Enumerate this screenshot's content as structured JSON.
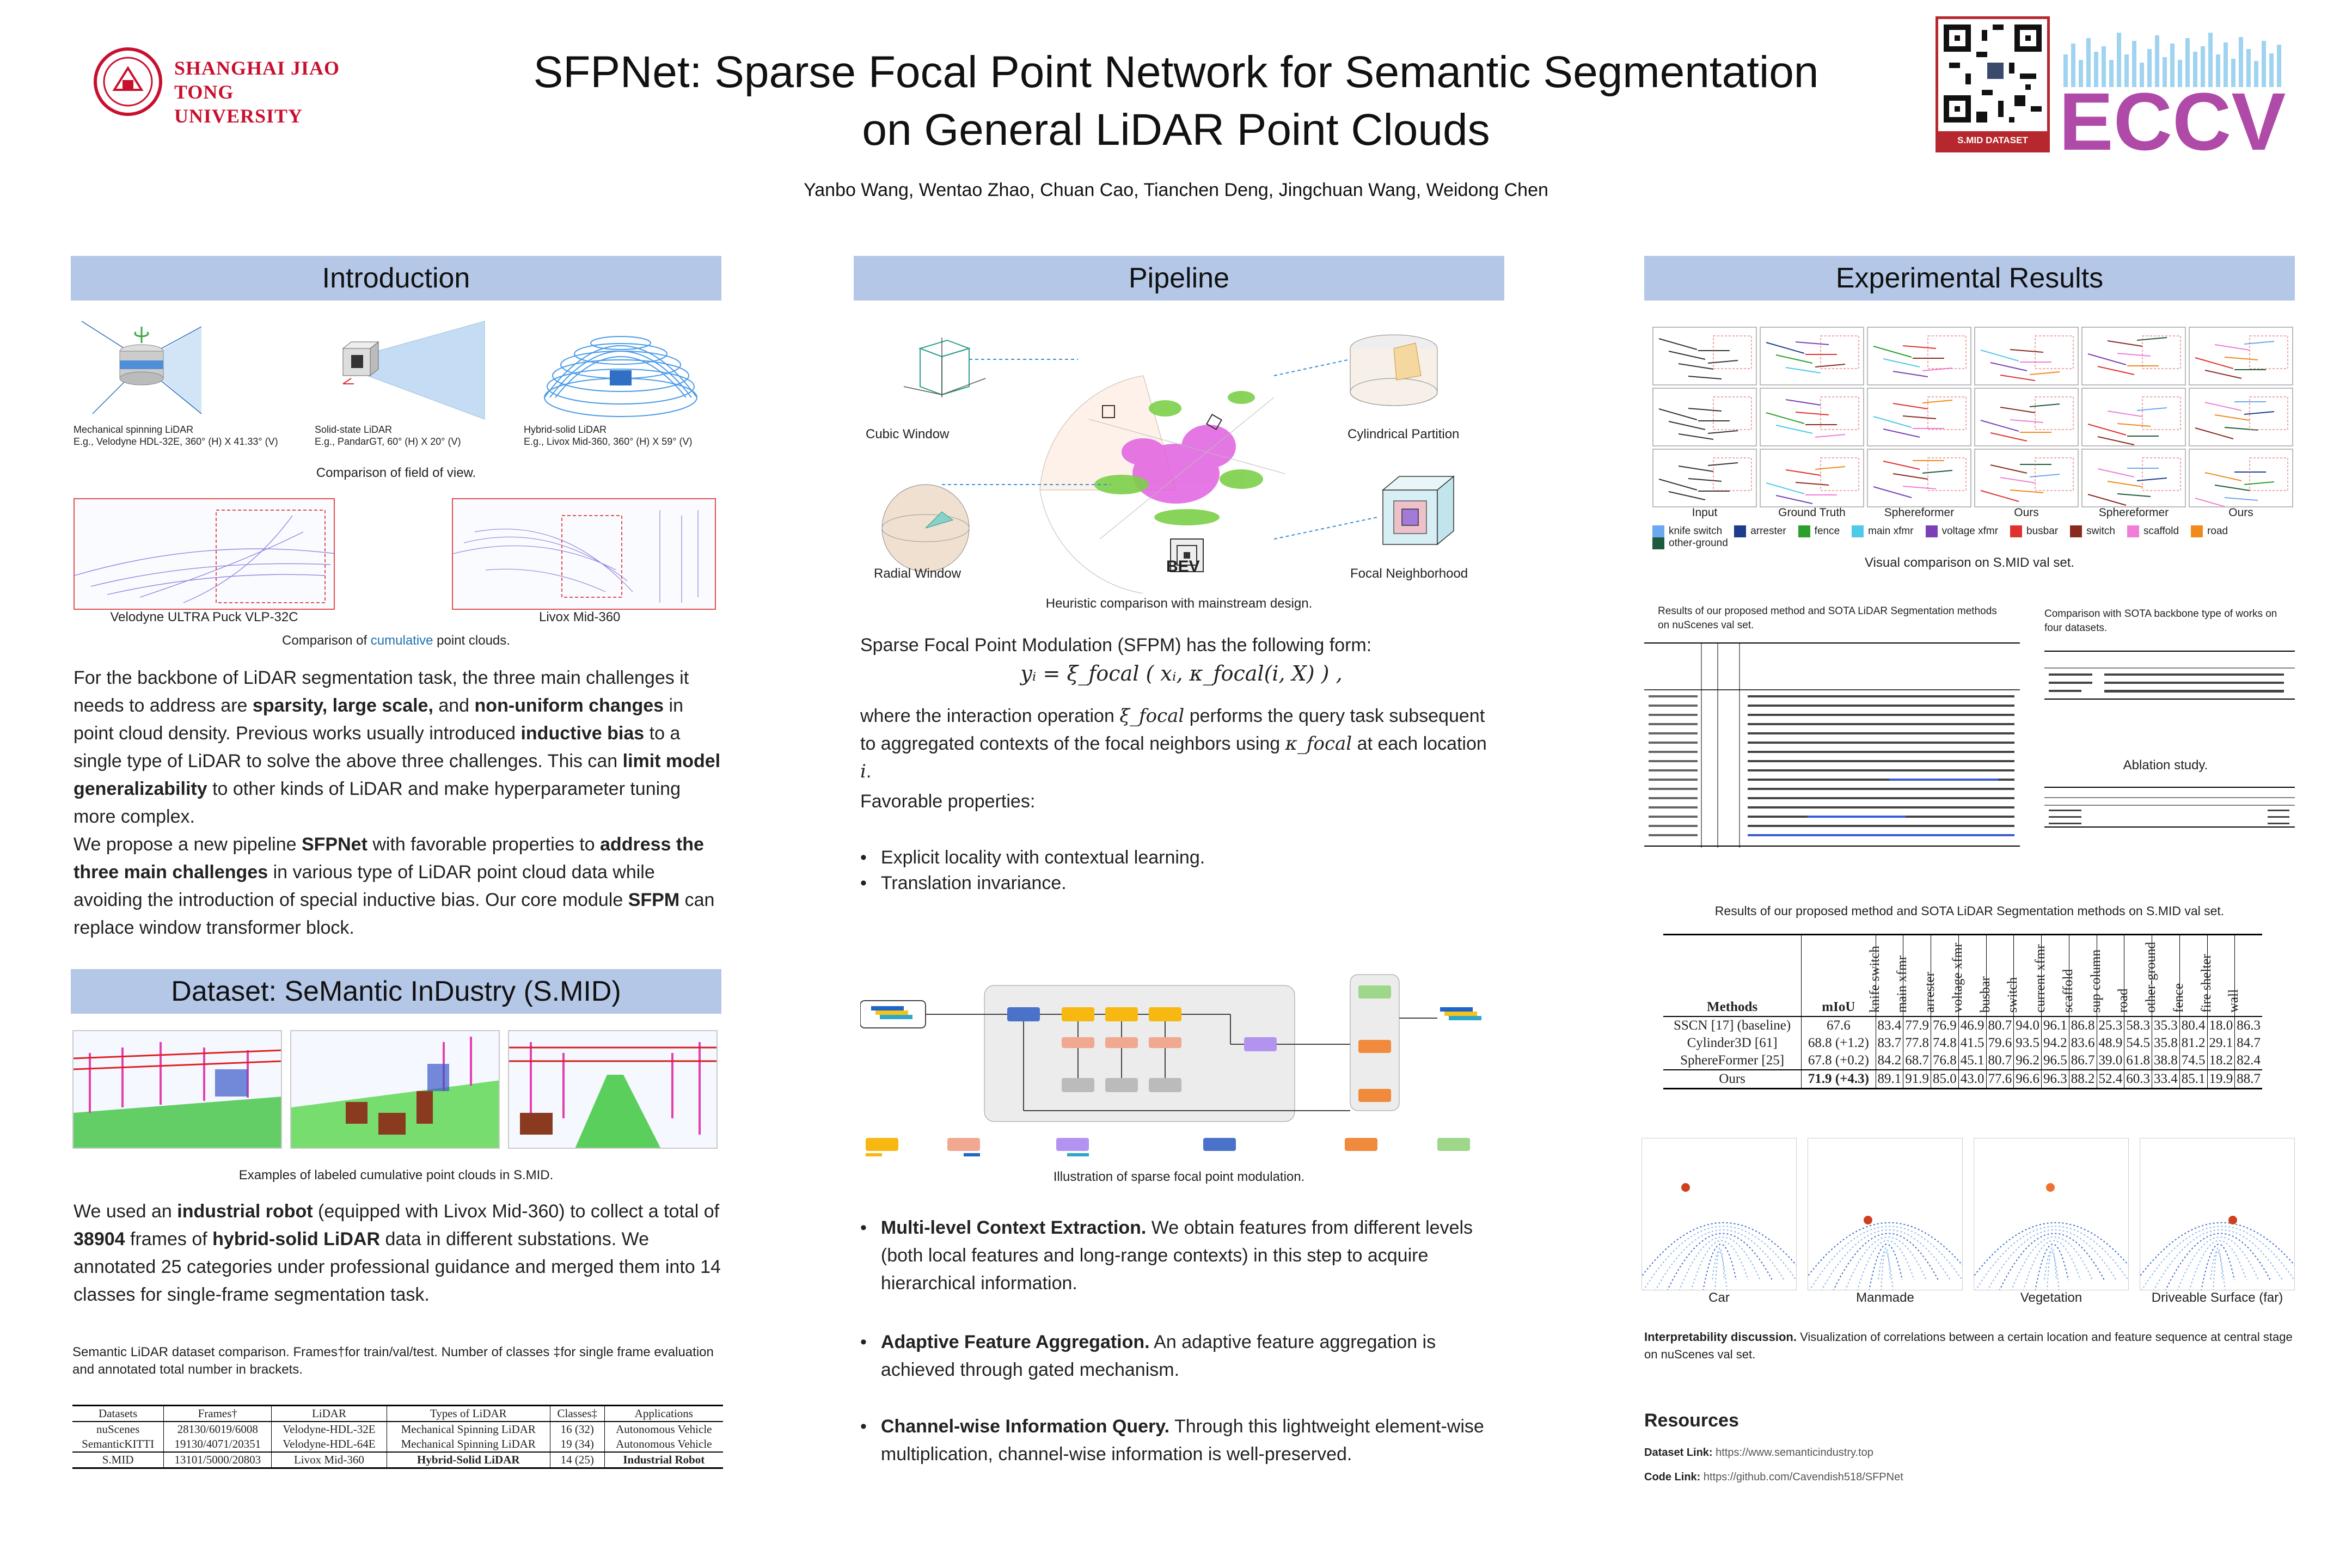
{
  "header": {
    "title_line1": "SFPNet: Sparse Focal Point Network for Semantic Segmentation",
    "title_line2": "on General LiDAR Point Clouds",
    "authors": "Yanbo Wang, Wentao Zhao, Chuan Cao, Tianchen Deng, Jingchuan Wang, Weidong Chen",
    "university_line1": "SHANGHAI JIAO TONG",
    "university_line2": "UNIVERSITY",
    "qr_label": "S.MID DATASET",
    "conference": "ECCV"
  },
  "intro": {
    "heading": "Introduction",
    "lidar1_title": "Mechanical spinning LiDAR",
    "lidar1_desc": "E.g., Velodyne HDL-32E, 360° (H) X 41.33° (V)",
    "lidar2_title": "Solid-state LiDAR",
    "lidar2_desc": "E.g., PandarGT, 60° (H) X 20° (V)",
    "lidar3_title": "Hybrid-solid LiDAR",
    "lidar3_desc": "E.g., Livox Mid-360, 360° (H) X 59° (V)",
    "fov_caption": "Comparison of field of view.",
    "cloud1_label": "Velodyne ULTRA Puck VLP-32C",
    "cloud2_label": "Livox Mid-360",
    "cumulative_caption_pre": "Comparison of ",
    "cumulative_caption_hl": "cumulative",
    "cumulative_caption_post": " point clouds.",
    "p1": "For the backbone of LiDAR segmentation task, the three main challenges it needs to address are ",
    "p1_b1": "sparsity, large scale,",
    "p1_and": " and ",
    "p1_b2": "non-uniform changes",
    "p1_rest": " in point cloud density. Previous works usually introduced ",
    "p1_b3": "inductive bias",
    "p1_rest2": " to a single type of LiDAR to solve the above three challenges. This can ",
    "p1_b4": "limit model generalizability",
    "p1_rest3": " to other kinds of LiDAR and make hyperparameter tuning more complex.",
    "p2_a": "We propose a new pipeline ",
    "p2_b1": "SFPNet",
    "p2_c": " with favorable properties to ",
    "p2_b2": "address the three main challenges",
    "p2_d": " in various type of LiDAR point cloud data while avoiding the introduction of special inductive bias. Our core module ",
    "p2_b3": "SFPM",
    "p2_e": " can replace window transformer block."
  },
  "dataset": {
    "heading": "Dataset: SeMantic InDustry (S.MID)",
    "examples_caption": "Examples of labeled cumulative point clouds in S.MID.",
    "p_a": "We used an ",
    "p_b1": "industrial robot",
    "p_c": " (equipped with Livox Mid-360) to collect a total of ",
    "p_b2": "38904",
    "p_d": " frames of ",
    "p_b3": "hybrid-solid LiDAR",
    "p_e": " data in different substations. We annotated 25 categories under professional guidance and merged them into 14 classes for single-frame segmentation task.",
    "table_caption": "Semantic LiDAR dataset comparison. Frames†for train/val/test. Number of classes ‡for single frame evaluation and annotated total number in brackets.",
    "table_headers": [
      "Datasets",
      "Frames†",
      "LiDAR",
      "Types of LiDAR",
      "Classes‡",
      "Applications"
    ],
    "table_rows": [
      [
        "nuScenes",
        "28130/6019/6008",
        "Velodyne-HDL-32E",
        "Mechanical Spinning LiDAR",
        "16 (32)",
        "Autonomous Vehicle"
      ],
      [
        "SemanticKITTI",
        "19130/4071/20351",
        "Velodyne-HDL-64E",
        "Mechanical Spinning LiDAR",
        "19 (34)",
        "Autonomous Vehicle"
      ],
      [
        "S.MID",
        "13101/5000/20803",
        "Livox Mid-360",
        "Hybrid-Solid LiDAR",
        "14 (25)",
        "Industrial Robot"
      ]
    ]
  },
  "pipeline": {
    "heading": "Pipeline",
    "label_cubic": "Cubic Window",
    "label_radial": "Radial Window",
    "label_bev": "BEV",
    "label_cyl": "Cylindrical Partition",
    "label_focal": "Focal Neighborhood",
    "heuristic_caption": "Heuristic comparison with mainstream design.",
    "sfpm_intro": "Sparse Focal Point Modulation (SFPM) has the following form:",
    "formula": "yᵢ = ξ_focal ( xᵢ, κ_focal(i, X) ) ,",
    "where_a": "where the interaction operation ",
    "where_xi": "ξ_focal",
    "where_b": " performs the query task subsequent to aggregated contexts of the focal neighbors using ",
    "where_kappa": "κ_focal",
    "where_c": " at each location ",
    "where_i": "i",
    "where_end": ".",
    "favorable": "Favorable properties:",
    "prop1": "Explicit locality with contextual learning.",
    "prop2": "Translation invariance.",
    "sfpm_caption": "Illustration of sparse focal point modulation.",
    "b1_title": "Multi-level Context Extraction.",
    "b1_text": " We obtain features from different levels (both local features and long-range contexts) in this step to acquire hierarchical information.",
    "b2_title": "Adaptive Feature Aggregation.",
    "b2_text": " An adaptive feature aggregation is achieved through gated mechanism.",
    "b3_title": "Channel-wise Information Query.",
    "b3_text": " Through this lightweight element-wise multiplication, channel-wise information is well-preserved."
  },
  "results": {
    "heading": "Experimental Results",
    "visual_labels": [
      "Input",
      "Ground Truth",
      "Sphereformer",
      "Ours",
      "Sphereformer",
      "Ours"
    ],
    "legend": [
      {
        "name": "knife switch",
        "color": "#6aa8f0"
      },
      {
        "name": "arrester",
        "color": "#1f3b8c"
      },
      {
        "name": "fence",
        "color": "#2ca02c"
      },
      {
        "name": "main xfmr",
        "color": "#4ec9e8"
      },
      {
        "name": "voltage xfmr",
        "color": "#7b3fb8"
      },
      {
        "name": "busbar",
        "color": "#e0312f"
      },
      {
        "name": "switch",
        "color": "#8a2a1e"
      },
      {
        "name": "scaffold",
        "color": "#f07ed8"
      },
      {
        "name": "road",
        "color": "#f08a1c"
      },
      {
        "name": "other-ground",
        "color": "#1e5a3c"
      }
    ],
    "visual_caption": "Visual comparison on S.MID val set.",
    "nuscenes_caption": "Results of our proposed method and SOTA LiDAR Segmentation methods on nuScenes val set.",
    "backbone_caption": "Comparison with SOTA backbone type of works on four datasets.",
    "ablation_caption": "Ablation study.",
    "smid_caption": "Results of our proposed method and SOTA LiDAR Segmentation methods on S.MID val set.",
    "smid_headers": [
      "Methods",
      "mIoU",
      "knife switch",
      "main xfmr",
      "arrester",
      "voltage xfmr",
      "busbar",
      "switch",
      "current xfmr",
      "scaffold",
      "sup column",
      "road",
      "other-ground",
      "fence",
      "fire shelter",
      "wall"
    ],
    "smid_rows": [
      [
        "SSCN [17] (baseline)",
        "67.6",
        "83.4",
        "77.9",
        "76.9",
        "46.9",
        "80.7",
        "94.0",
        "96.1",
        "86.8",
        "25.3",
        "58.3",
        "35.3",
        "80.4",
        "18.0",
        "86.3"
      ],
      [
        "Cylinder3D [61]",
        "68.8 (+1.2)",
        "83.7",
        "77.8",
        "74.8",
        "41.5",
        "79.6",
        "93.5",
        "94.2",
        "83.6",
        "48.9",
        "54.5",
        "35.8",
        "81.2",
        "29.1",
        "84.7"
      ],
      [
        "SphereFormer [25]",
        "67.8 (+0.2)",
        "84.2",
        "68.7",
        "76.8",
        "45.1",
        "80.7",
        "96.2",
        "96.5",
        "86.7",
        "39.0",
        "61.8",
        "38.8",
        "74.5",
        "18.2",
        "82.4"
      ],
      [
        "Ours",
        "71.9 (+4.3)",
        "89.1",
        "91.9",
        "85.0",
        "43.0",
        "77.6",
        "96.6",
        "96.3",
        "88.2",
        "52.4",
        "60.3",
        "33.4",
        "85.1",
        "19.9",
        "88.7"
      ]
    ],
    "interp_labels": [
      "Car",
      "Manmade",
      "Vegetation",
      "Driveable Surface (far)"
    ],
    "interp_title": "Interpretability discussion.",
    "interp_text": " Visualization of correlations between a certain location and feature sequence at central stage on nuScenes val set.",
    "resources_heading": "Resources",
    "dataset_link_label": "Dataset Link:",
    "dataset_link": "https://www.semanticindustry.top",
    "code_link_label": "Code Link:",
    "code_link": "https://github.com/Cavendish518/SFPNet"
  }
}
